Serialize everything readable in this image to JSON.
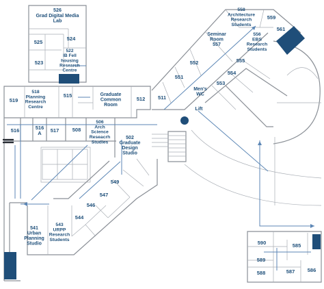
{
  "colors": {
    "label": "#1e4f7a",
    "route": "#5b86b5",
    "stair_accent": "#1f4e79",
    "wall": "#8a8f96",
    "wall_dark": "#2b2f36",
    "background": "#ffffff"
  },
  "rooms": {
    "r526": [
      "526",
      "Grad Digital Media",
      "Lab"
    ],
    "r525": [
      "525"
    ],
    "r524": [
      "524"
    ],
    "r523": [
      "523"
    ],
    "r522": [
      "522",
      "IB Fell",
      "housing",
      "Research",
      "Centre"
    ],
    "r515": [
      "515"
    ],
    "r518": [
      "518",
      "Planning",
      "Research",
      "Centre"
    ],
    "r519": [
      "519"
    ],
    "r516": [
      "516"
    ],
    "r516a": [
      "516",
      "A"
    ],
    "r517": [
      "517"
    ],
    "r508": [
      "508"
    ],
    "r506": [
      "506",
      "Arch",
      "Science",
      "Reseacrh",
      "Studies"
    ],
    "r502": [
      "502",
      "Graduate",
      "Design",
      "Studio"
    ],
    "r_gcr": [
      "Graduate",
      "Common",
      "Room"
    ],
    "r512": [
      "512"
    ],
    "r511": [
      "511"
    ],
    "r551": [
      "551"
    ],
    "r552": [
      "552"
    ],
    "r557": [
      "Seminar",
      "Room",
      "557"
    ],
    "r558": [
      "558",
      "Architecture",
      "Research",
      "Students"
    ],
    "r559": [
      "559"
    ],
    "r561": [
      "561"
    ],
    "r556": [
      "556",
      "EBS",
      "Research",
      "Students"
    ],
    "r554": [
      "554"
    ],
    "r555": [
      "555"
    ],
    "r553": [
      "553"
    ],
    "r_menswc": [
      "Men's",
      "WC"
    ],
    "r_lift": [
      "Lift"
    ],
    "r549": [
      "549"
    ],
    "r547": [
      "547"
    ],
    "r546": [
      "546"
    ],
    "r544": [
      "544"
    ],
    "r543": [
      "543",
      "URPP",
      "Research",
      "Students"
    ],
    "r541": [
      "541",
      "Urban",
      "Planning",
      "Studio"
    ],
    "r590": [
      "590"
    ],
    "r585": [
      "585"
    ],
    "r589": [
      "589"
    ],
    "r588": [
      "588"
    ],
    "r587": [
      "587"
    ],
    "r586": [
      "586"
    ]
  }
}
